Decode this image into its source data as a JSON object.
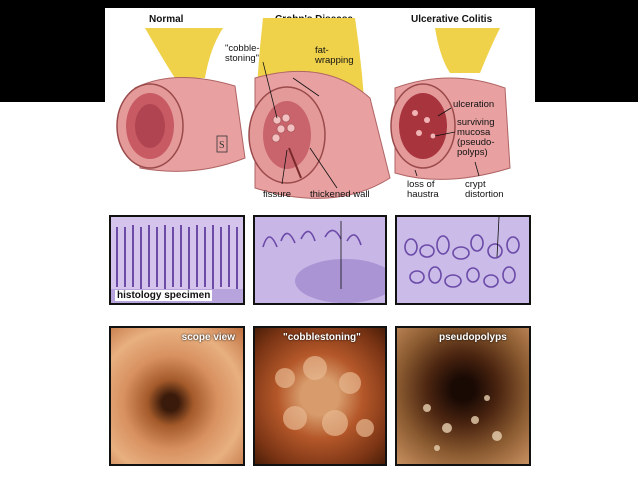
{
  "columns": {
    "normal": "Normal",
    "crohns": "Crohn's Disease",
    "uc": "Ulcerative Colitis"
  },
  "labels": {
    "cobblestoning": "\"cobble-\nstoning\"",
    "fat_wrapping": "fat-\nwrapping",
    "fissure": "fissure",
    "thickened_wall": "thickened wall",
    "ulceration": "ulceration",
    "surviving_mucosa": "surviving\nmucosa\n(pseudo-\npolyps)",
    "loss_of_haustra": "loss of\nhaustra",
    "crypt_distortion": "crypt\ndistortion",
    "histology_specimen": "histology specimen",
    "scope_view": "scope view",
    "cobblestoning_scope": "\"cobblestoning\"",
    "pseudopolyps": "pseudopolyps"
  },
  "colors": {
    "band": "#000000",
    "fat": "#f0d24a",
    "tissue": "#e8a0a0",
    "lumen": "#c85a64",
    "histology": "#c8b8e6",
    "scope_normal": "#c9804f",
    "scope_crohns": "#b5582a",
    "scope_uc": "#6b3a1a"
  }
}
